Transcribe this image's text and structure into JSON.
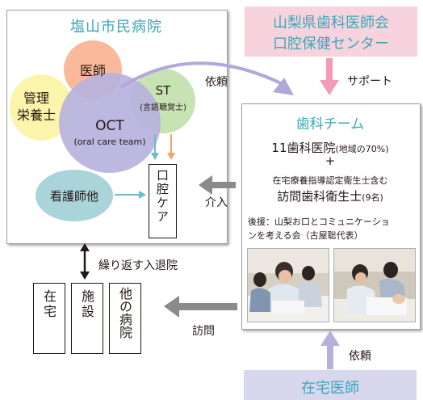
{
  "hospital": {
    "title": "塩山市民病院",
    "doctor": "医師",
    "nutritionist": "管理\n栄養士",
    "oct_title": "OCT",
    "oct_sub": "(oral care team)",
    "st_title": "ST",
    "st_sub": "(言語聴覚士)",
    "nurse": "看護師他",
    "oral_care": "口腔ケア"
  },
  "association": {
    "line1": "山梨県歯科医師会",
    "line2": "口腔保健センター"
  },
  "dental_team": {
    "title": "歯科チーム",
    "clinics": "11歯科医院",
    "clinics_note": "(地域の70%)",
    "plus": "+",
    "hygienist_prefix": "在宅療養指導認定衛生士含む",
    "hygienists": "訪問歯科衛生士",
    "hygienists_note": "(9名)",
    "sponsor_line1": "後援：山梨お口とコミュニケーショ",
    "sponsor_line2": "ンを考える会（古屋聡代表）"
  },
  "home_doctor": "在宅医師",
  "arrows": {
    "request_top": "依頼",
    "support": "サポート",
    "intervene": "介入",
    "readmission": "繰り返す入退院",
    "visit": "訪問",
    "request_bottom": "依頼"
  },
  "destinations": [
    "在宅",
    "施設",
    "他の病院"
  ],
  "colors": {
    "teal_text": "#3aa7b8",
    "pink_box": "#f7d4dd",
    "lavender_box": "#d9d7ee",
    "pink_arrow": "#f29bb5",
    "lavender_arrow": "#b8b0dc",
    "gray_arrow": "#8a8a8a",
    "oct_circle": "#b7b2dc",
    "doctor_circle": "#f9b99a",
    "nutrition_circle": "#fbf3a7",
    "st_circle": "#c7e3b4",
    "nurse_circle": "#a9d4d9"
  }
}
